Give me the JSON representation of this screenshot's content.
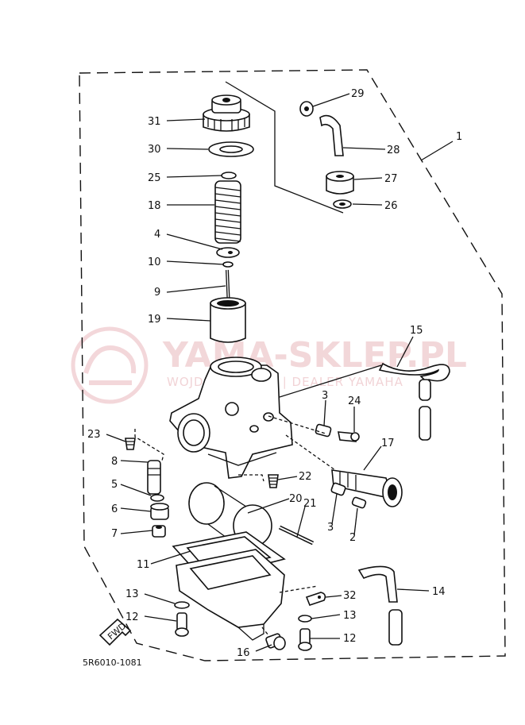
{
  "watermark": {
    "title": "YAMA-SKLEP.PL",
    "subtitle": "WOJDEALER | CZ | DEALER YAMAHA"
  },
  "drawing_code": "5R6010-1081",
  "fwd_label": "FWD",
  "labels": {
    "l1": "1",
    "l2": "2",
    "l3a": "3",
    "l3b": "3",
    "l4": "4",
    "l5": "5",
    "l6": "6",
    "l7": "7",
    "l8": "8",
    "l9": "9",
    "l10": "10",
    "l11": "11",
    "l12a": "12",
    "l12b": "12",
    "l13a": "13",
    "l13b": "13",
    "l14": "14",
    "l15": "15",
    "l16": "16",
    "l17": "17",
    "l18": "18",
    "l19": "19",
    "l20": "20",
    "l21": "21",
    "l22": "22",
    "l23": "23",
    "l24": "24",
    "l25": "25",
    "l26": "26",
    "l27": "27",
    "l28": "28",
    "l29": "29",
    "l30": "30",
    "l31": "31",
    "l32": "32"
  }
}
